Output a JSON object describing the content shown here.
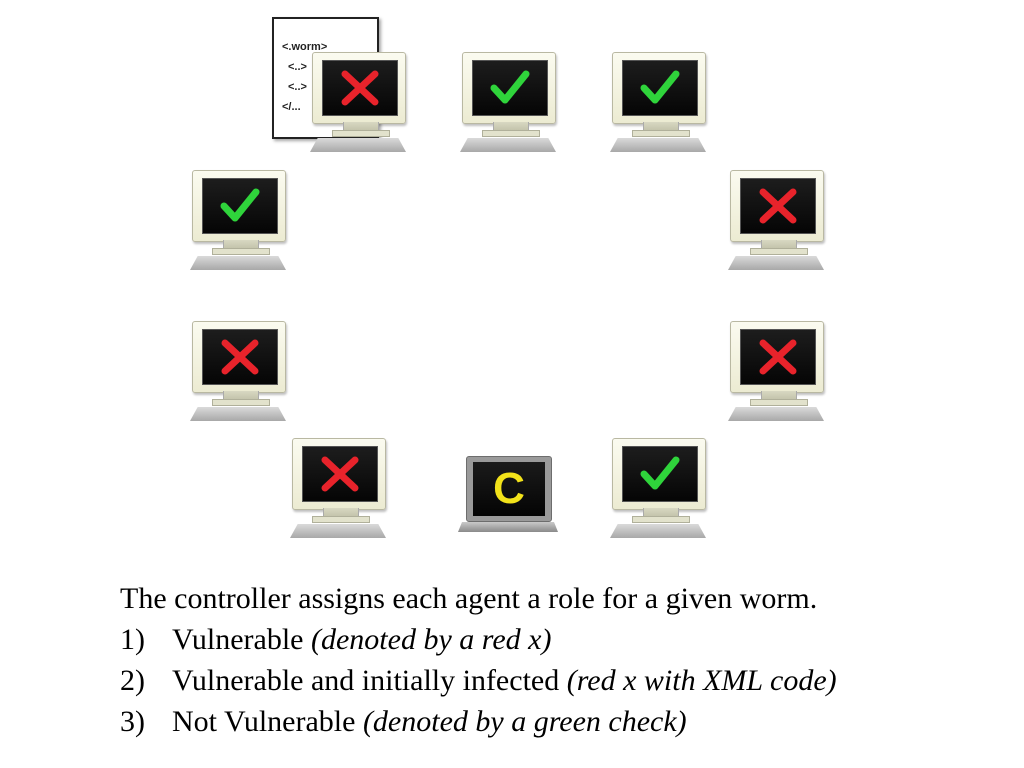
{
  "worm_document": {
    "lines": [
      "<.worm>",
      "<..>",
      "<..>",
      "</..."
    ]
  },
  "controller": {
    "letter": "C"
  },
  "agents": [
    {
      "id": "top-left",
      "status": "vulnerable"
    },
    {
      "id": "top-center",
      "status": "not-vulnerable"
    },
    {
      "id": "top-right",
      "status": "not-vulnerable"
    },
    {
      "id": "upper-left",
      "status": "not-vulnerable"
    },
    {
      "id": "upper-right",
      "status": "vulnerable"
    },
    {
      "id": "lower-left",
      "status": "vulnerable"
    },
    {
      "id": "lower-right",
      "status": "vulnerable"
    },
    {
      "id": "bottom-left",
      "status": "vulnerable"
    },
    {
      "id": "bottom-right",
      "status": "not-vulnerable"
    }
  ],
  "colors": {
    "red_x": "#e8232b",
    "green_check": "#2fd43b",
    "controller_letter": "#f2e21a",
    "screen": "#0a0a0a"
  },
  "icons": {
    "vulnerable": "red-x-icon",
    "not_vulnerable": "green-check-icon"
  },
  "caption": {
    "intro": "The controller assigns each agent a role for a given worm.",
    "items": [
      {
        "num": "1)",
        "text": "Vulnerable ",
        "note": "(denoted by a red x)"
      },
      {
        "num": "2)",
        "text": "Vulnerable and initially infected ",
        "note": "(red x with XML code)"
      },
      {
        "num": "3)",
        "text": "Not Vulnerable ",
        "note": "(denoted by a green check)"
      }
    ]
  }
}
